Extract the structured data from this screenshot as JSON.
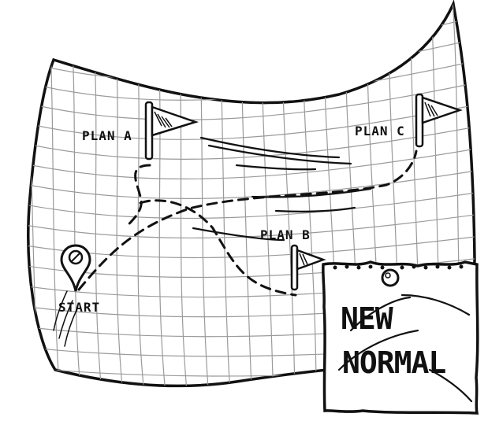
{
  "map": {
    "labels": {
      "plan_a": "PLAN A",
      "plan_b": "PLAN B",
      "plan_c": "PLAN C",
      "start": "START"
    }
  },
  "note": {
    "line1": "NEW",
    "line2": "NORMAL"
  },
  "icons": {
    "start_marker": "map-pin-icon",
    "flags": [
      "flag-icon",
      "flag-icon",
      "flag-icon"
    ],
    "note_pin": "pushpin-icon"
  },
  "colors": {
    "ink": "#111111",
    "paper": "#ffffff",
    "grid": "#9a9a9a"
  }
}
